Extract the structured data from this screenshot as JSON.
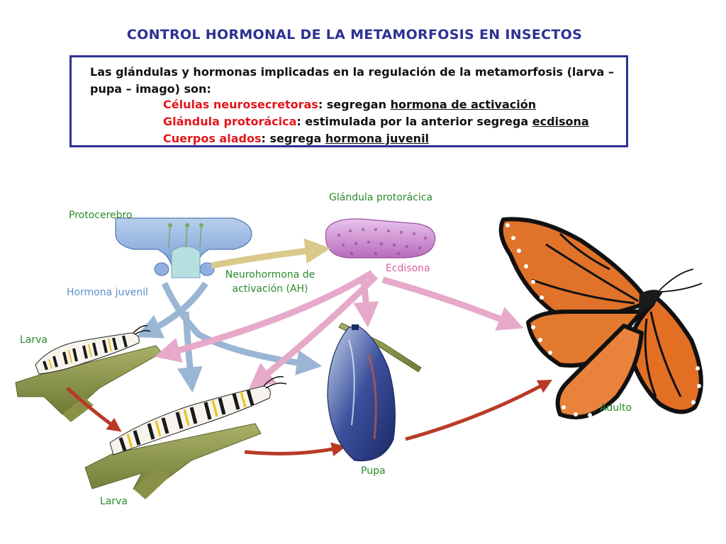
{
  "title": "CONTROL HORMONAL DE LA METAMORFOSIS EN INSECTOS",
  "info": {
    "intro": "Las glándulas y hormonas implicadas en la regulación de la metamorfosis (larva – pupa – imago) son:",
    "items": [
      {
        "term": "Células neurosecretoras",
        "sep": ": segregan ",
        "product": "hormona de activación"
      },
      {
        "term": "Glándula protorácica",
        "sep": ": estimulada por la anterior segrega ",
        "product": "ecdisona"
      },
      {
        "term": "Cuerpos alados",
        "sep": ": segrega ",
        "product": "hormona juvenil"
      }
    ]
  },
  "labels": {
    "protocerebro": "Protocerebro",
    "glandula": "Glándula protorácica",
    "neurohormona_1": "Neurohormona de",
    "neurohormona_2": "activación (AH)",
    "ecdisona": "Ecdisona",
    "hormona_juvenil": "Hormona juvenil",
    "larva_top": "Larva",
    "larva_bottom": "Larva",
    "pupa": "Pupa",
    "adulto": "Adulto"
  },
  "colors": {
    "title": "#2e3192",
    "highlight": "#e3161b",
    "label_green": "#2c8a2c",
    "hormona_juvenil_arrow": "#9ab6d4",
    "ecdisona_arrow": "#e6a9c9",
    "neurohormona_arrow": "#d9c98a",
    "stage_arrow": "#b83a25"
  }
}
